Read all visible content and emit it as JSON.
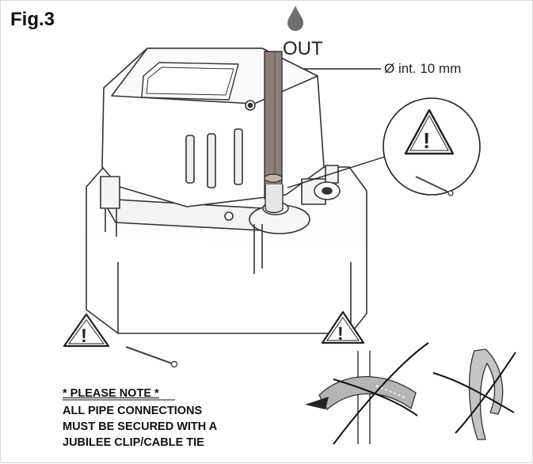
{
  "figure": {
    "title": "Fig.3",
    "outlet_label": "OUT",
    "pipe_label": "Ø int. 10 mm",
    "note": {
      "heading": "* PLEASE NOTE *",
      "lines": [
        "ALL PIPE CONNECTIONS",
        "MUST BE SECURED WITH A",
        "JUBILEE CLIP/CABLE TIE"
      ]
    },
    "warning_symbol": "!",
    "icons": [
      "water-drop-icon",
      "warning-triangle-icon",
      "cable-tie-icon"
    ],
    "colors": {
      "line": "#333333",
      "pipe": "#7a6f6a",
      "drop": "#6e6e6e",
      "hose": "#b0b0b0"
    }
  }
}
